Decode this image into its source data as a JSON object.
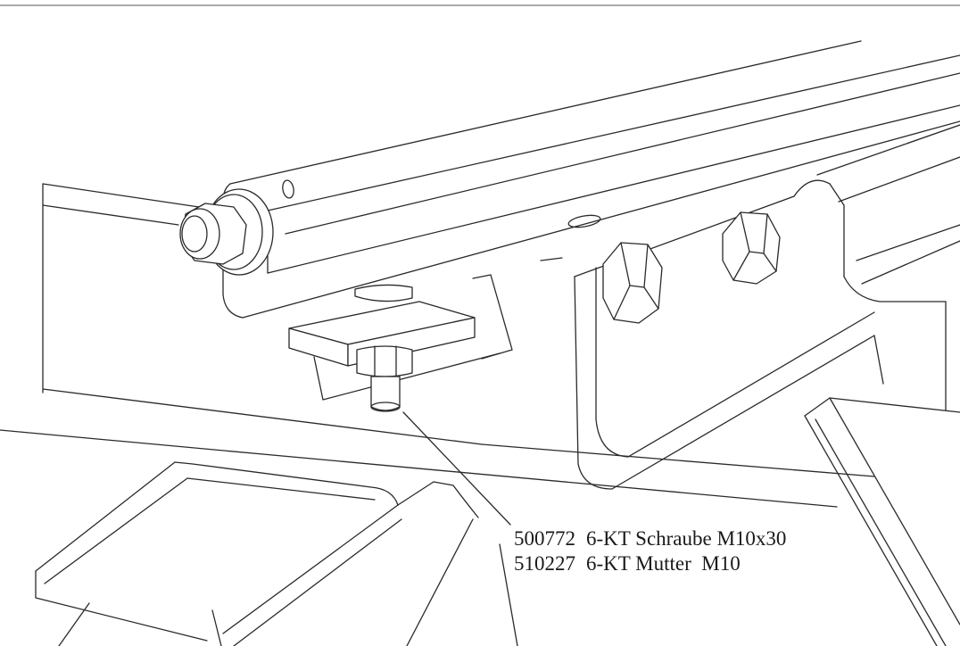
{
  "parts": [
    {
      "number": "500772",
      "description": "6-KT Schraube M10x30"
    },
    {
      "number": "510227",
      "description": "6-KT Mutter  M10"
    }
  ],
  "colors": {
    "line": "#2a2a2a",
    "background": "#ffffff"
  }
}
